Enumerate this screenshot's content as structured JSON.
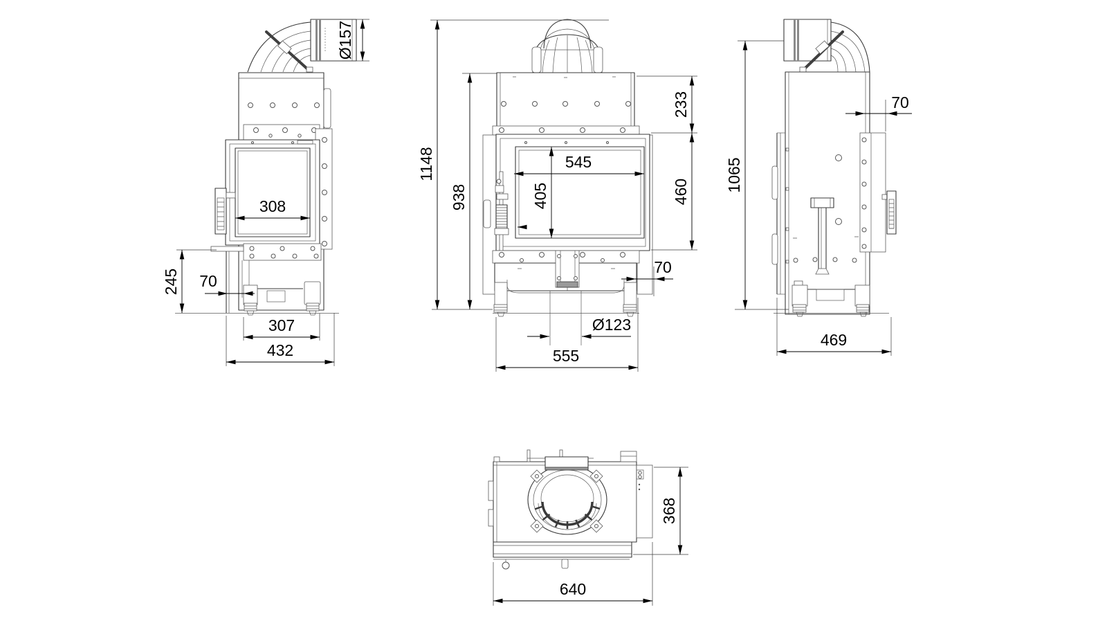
{
  "views": {
    "side": {
      "dims": {
        "flue_diameter": "Ø157",
        "glass_width": "308",
        "plinth_height": "245",
        "wall_offset": "70",
        "feet_spacing": "307",
        "overall_depth": "432"
      }
    },
    "front": {
      "dims": {
        "overall_height": "1148",
        "body_height": "938",
        "top_section_height": "233",
        "glass_width": "545",
        "glass_height": "405",
        "door_height": "460",
        "rear_offset": "70",
        "outlet_diameter": "Ø123",
        "base_width": "555"
      }
    },
    "right": {
      "dims": {
        "rear_offset": "70",
        "body_height": "1065",
        "overall_depth": "469"
      }
    },
    "top": {
      "dims": {
        "depth": "368",
        "width": "640"
      }
    }
  }
}
